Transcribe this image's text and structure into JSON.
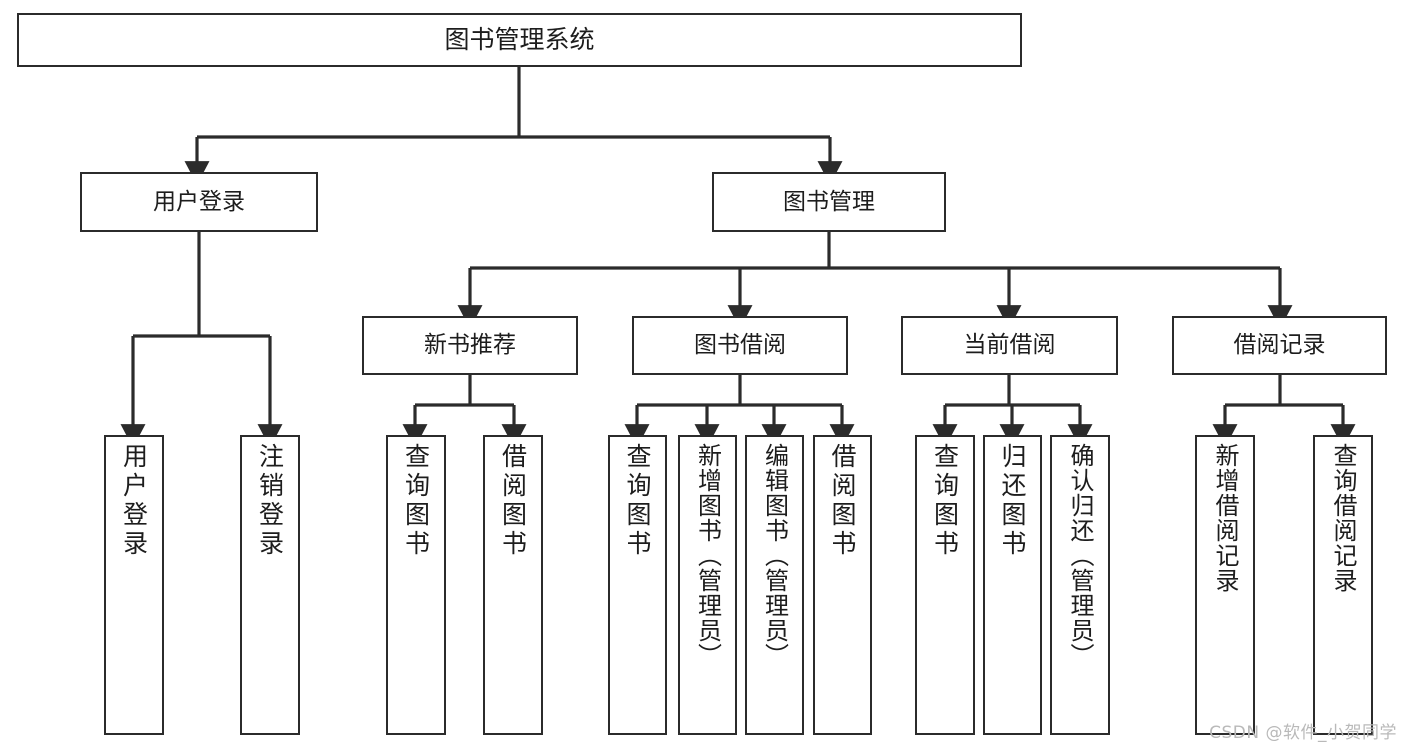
{
  "diagram": {
    "title": "图书管理系统",
    "type": "tree-hierarchy-diagram",
    "colors": {
      "stroke": "#2b2b2b",
      "fill": "#ffffff",
      "text": "#1d1d1d",
      "watermark": "#b9b9b9"
    },
    "nodes": {
      "root": {
        "label": "图书管理系统"
      },
      "level2": [
        {
          "id": "user-login",
          "label": "用户登录"
        },
        {
          "id": "book-management",
          "label": "图书管理"
        }
      ],
      "level3": [
        {
          "id": "new-book-recommend",
          "label": "新书推荐"
        },
        {
          "id": "book-borrow",
          "label": "图书借阅"
        },
        {
          "id": "current-borrow",
          "label": "当前借阅"
        },
        {
          "id": "borrow-record",
          "label": "借阅记录"
        }
      ],
      "leaves": [
        {
          "id": "leaf-user-login",
          "label": "用户登录",
          "parent": "user-login"
        },
        {
          "id": "leaf-logout-login",
          "label": "注销登录",
          "parent": "user-login"
        },
        {
          "id": "leaf-query-book-1",
          "label": "查询图书",
          "parent": "new-book-recommend"
        },
        {
          "id": "leaf-borrow-book-1",
          "label": "借阅图书",
          "parent": "new-book-recommend"
        },
        {
          "id": "leaf-query-book-2",
          "label": "查询图书",
          "parent": "book-borrow"
        },
        {
          "id": "leaf-add-book",
          "label": "新增图书（管理员）",
          "parent": "book-borrow"
        },
        {
          "id": "leaf-edit-book",
          "label": "编辑图书（管理员）",
          "parent": "book-borrow"
        },
        {
          "id": "leaf-borrow-book-2",
          "label": "借阅图书",
          "parent": "book-borrow"
        },
        {
          "id": "leaf-query-book-3",
          "label": "查询图书",
          "parent": "current-borrow"
        },
        {
          "id": "leaf-return-book",
          "label": "归还图书",
          "parent": "current-borrow"
        },
        {
          "id": "leaf-confirm-return",
          "label": "确认归还（管理员）",
          "parent": "current-borrow"
        },
        {
          "id": "leaf-add-record",
          "label": "新增借阅记录",
          "parent": "borrow-record"
        },
        {
          "id": "leaf-query-record",
          "label": "查询借阅记录",
          "parent": "borrow-record"
        }
      ]
    },
    "watermark": "CSDN @软件_小贺同学"
  }
}
